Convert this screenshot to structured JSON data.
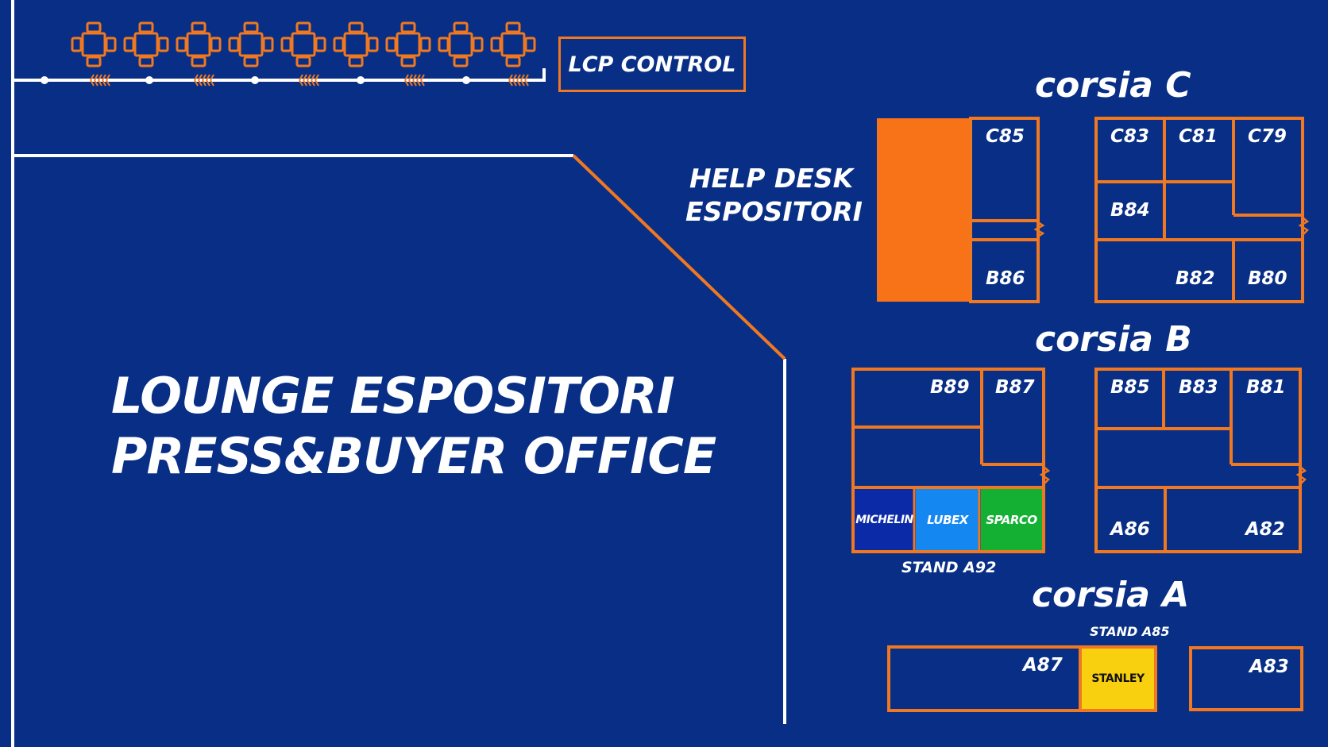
{
  "control_label": "LCP CONTROL",
  "lounge": {
    "line1": "LOUNGE ESPOSITORI",
    "line2": "PRESS&BUYER OFFICE"
  },
  "help_desk": {
    "line1": "HELP DESK",
    "line2": "ESPOSITORI"
  },
  "aisles": {
    "c": "corsia C",
    "b": "corsia B",
    "a": "corsia A"
  },
  "booths": {
    "c85": "C85",
    "b86": "B86",
    "c83": "C83",
    "c81": "C81",
    "c79": "C79",
    "b84": "B84",
    "b82": "B82",
    "b80": "B80",
    "b89": "B89",
    "b87": "B87",
    "b85": "B85",
    "b83": "B83",
    "b81": "B81",
    "a86": "A86",
    "a82": "A82",
    "a87": "A87",
    "a83": "A83"
  },
  "stands": {
    "a92": "STAND A92",
    "a85": "STAND A85"
  },
  "sponsors": {
    "michelin": "MICHELIN",
    "lubex": "LUBEX",
    "sparco": "SPARCO",
    "stanley": "STANLEY"
  },
  "colors": {
    "background": "#082f85",
    "booth_outline": "#f07820",
    "help_desk_fill": "#f87218",
    "michelin": "#0a2aa8",
    "lubex": "#1487f0",
    "sparco": "#14b034",
    "stanley": "#f8d010"
  },
  "icons": [
    "table-with-chairs-icon",
    "plant-icon"
  ]
}
